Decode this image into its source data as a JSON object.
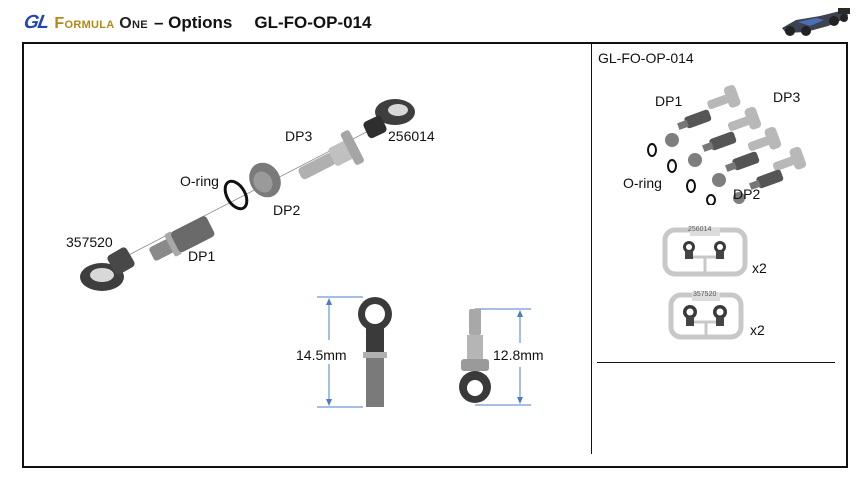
{
  "header": {
    "logo_mark": "GL",
    "brand_main": "Formula",
    "brand_one": "One",
    "separator_title": "– Options",
    "product_code": "GL-FO-OP-014"
  },
  "colors": {
    "logo_blue": "#2146b8",
    "logo_gold": "#b58816",
    "dimension_line": "#4a7cc9",
    "part_dark": "#3a3a3a",
    "part_light": "#b8b8b8",
    "sprue": "#c8c8c8"
  },
  "exploded_view": {
    "labels": {
      "eyelet_bottom": "357520",
      "dp1": "DP1",
      "oring": "O-ring",
      "dp2": "DP2",
      "dp3": "DP3",
      "eyelet_top": "256014"
    }
  },
  "dimensions": {
    "left_part": "14.5mm",
    "right_part": "12.8mm"
  },
  "contents_panel": {
    "title": "GL-FO-OP-014",
    "labels": {
      "dp1": "DP1",
      "dp3": "DP3",
      "oring": "O-ring",
      "dp2": "DP2"
    },
    "sprues": [
      {
        "code": "256014",
        "qty": "x2"
      },
      {
        "code": "357520",
        "qty": "x2"
      }
    ]
  }
}
